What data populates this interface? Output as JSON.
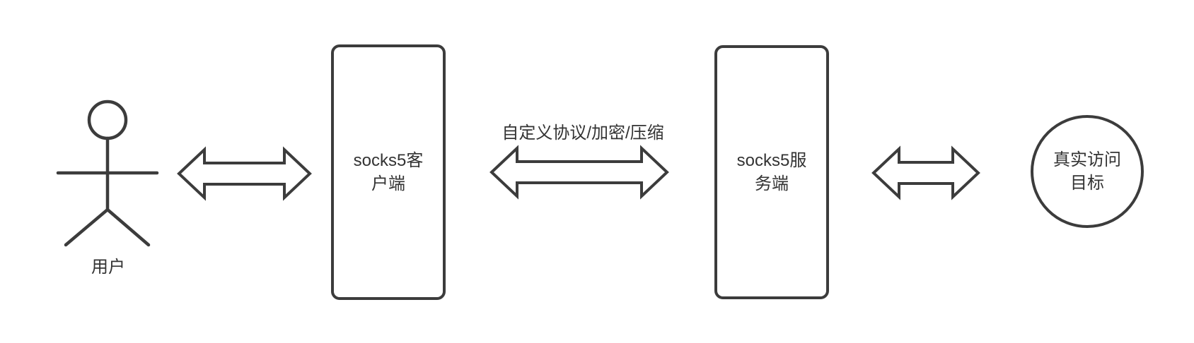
{
  "diagram": {
    "nodes": {
      "user": {
        "label": "用户"
      },
      "client": {
        "label": "socks5客户端",
        "lines": [
          "socks5客",
          "户端"
        ]
      },
      "server": {
        "label": "socks5服务端",
        "lines": [
          "socks5服",
          "务端"
        ]
      },
      "target": {
        "label": "真实访问目标",
        "lines": [
          "真实访问",
          "目标"
        ]
      }
    },
    "edges": {
      "user_client_label": "",
      "client_server_label": "自定义协议/加密/压缩",
      "server_target_label": ""
    },
    "colors": {
      "stroke": "#3c3c3c",
      "text": "#333333",
      "background": "#ffffff"
    }
  }
}
